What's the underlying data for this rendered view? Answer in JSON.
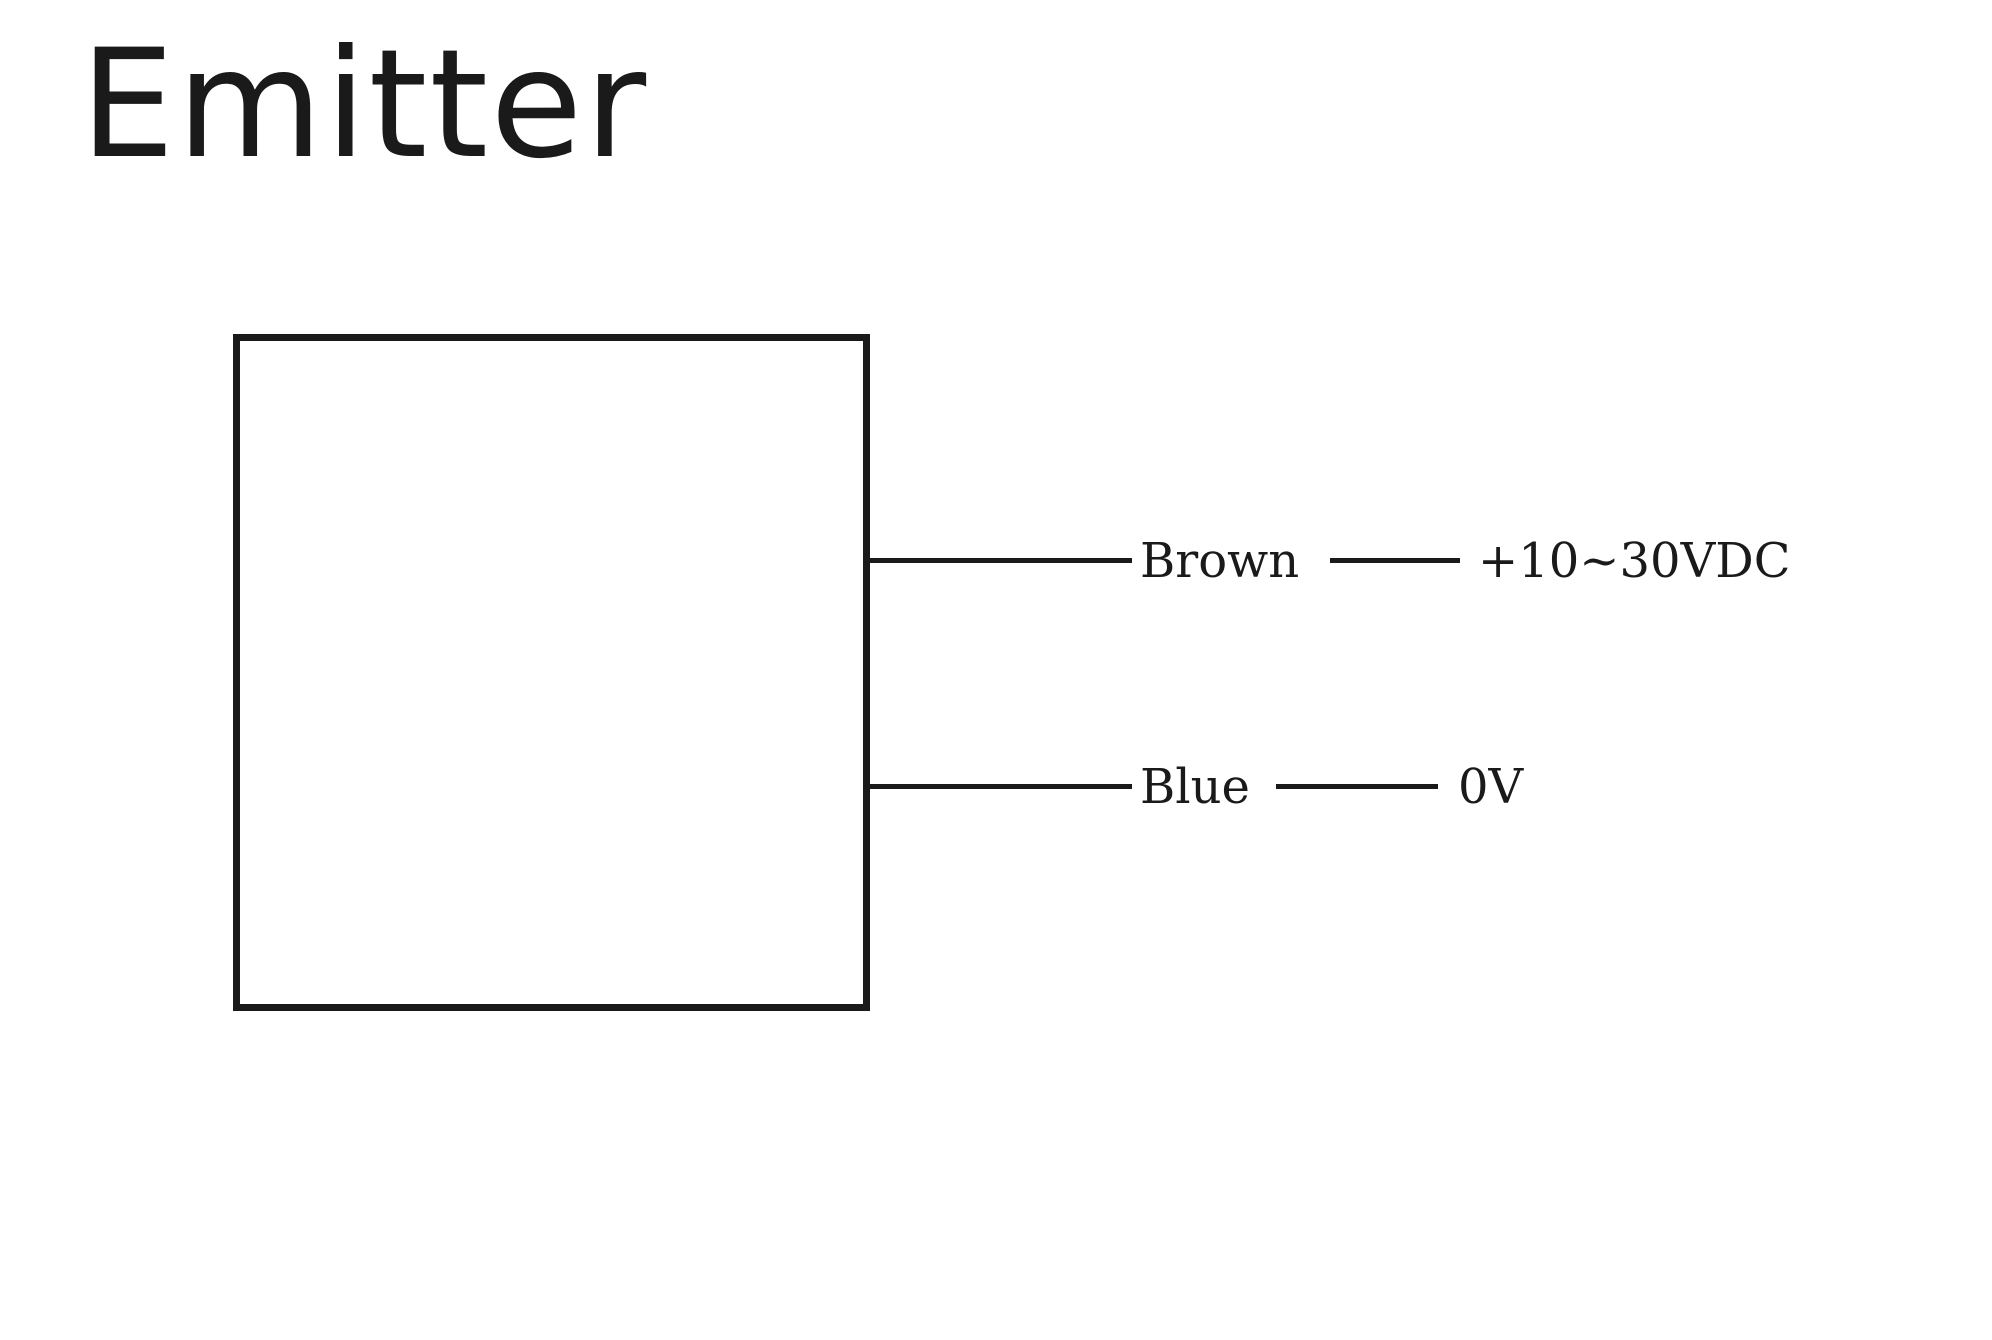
{
  "title": "Emitter",
  "wires": [
    {
      "color_label": "Brown",
      "signal": "+10~30VDC"
    },
    {
      "color_label": "Blue",
      "signal": "0V"
    }
  ],
  "colors": {
    "stroke": "#1a1a1a",
    "background": "#ffffff"
  }
}
